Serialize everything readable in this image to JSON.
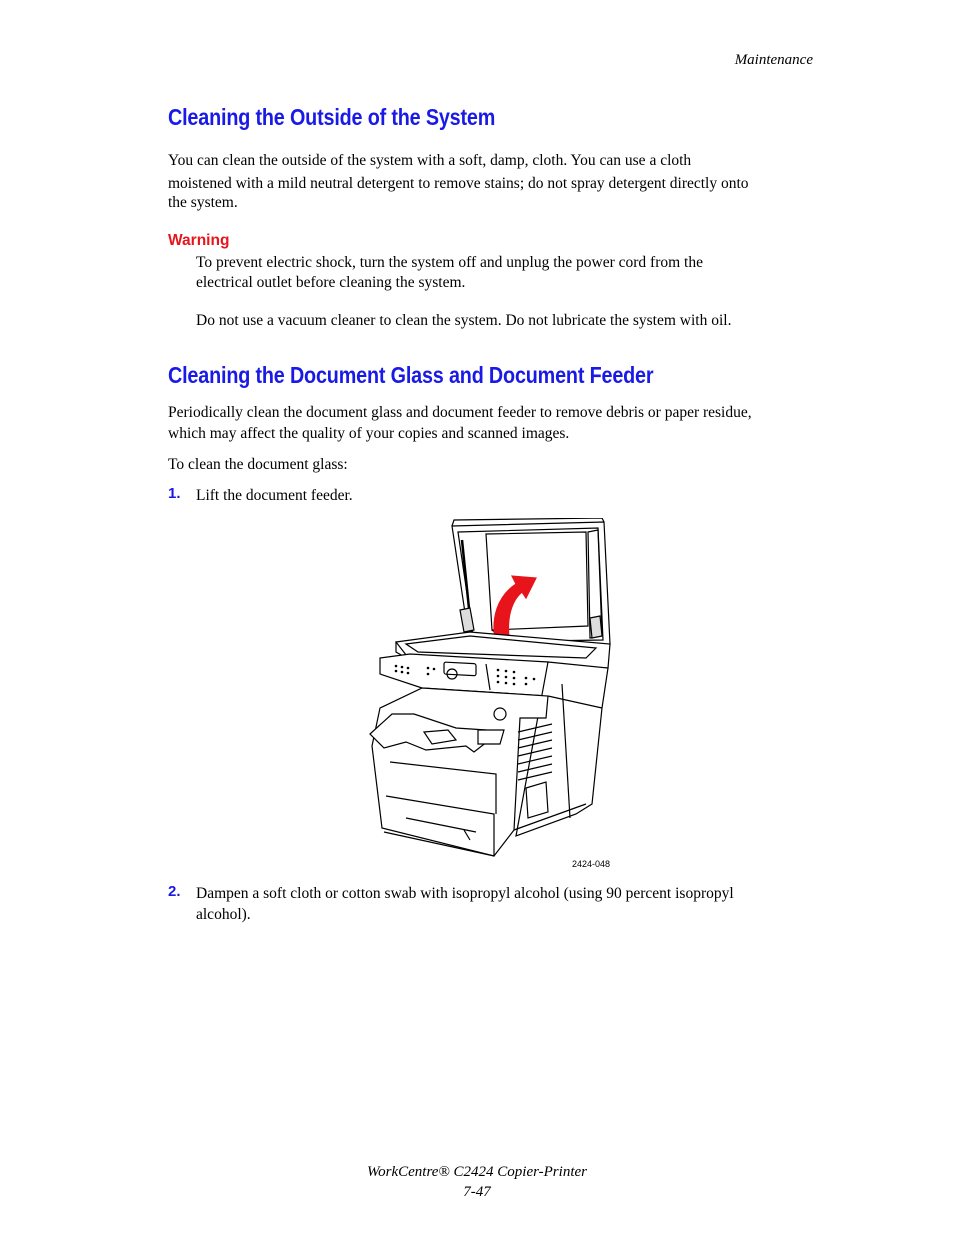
{
  "header": {
    "section": "Maintenance"
  },
  "section1": {
    "title": "Cleaning the Outside of the System",
    "intro_lines": [
      "You can clean the outside of the system with a soft, damp, cloth. You can use a cloth",
      "moistened with a mild neutral detergent to remove stains; do not spray detergent directly onto",
      "the system."
    ],
    "warning_label": "Warning",
    "warning_lines": [
      "To prevent electric shock, turn the system off and unplug the power cord from the",
      "electrical outlet before cleaning the system."
    ],
    "note": "Do not use a vacuum cleaner to clean the system. Do not lubricate the system with oil."
  },
  "section2": {
    "title": "Cleaning the Document Glass and Document Feeder",
    "intro_lines": [
      "Periodically clean the document glass and document feeder to remove debris or paper residue,",
      "which may affect the quality of your copies and scanned images."
    ],
    "lead": "To clean the document glass:",
    "steps": [
      {
        "num": "1.",
        "lines": [
          "Lift the document feeder."
        ]
      },
      {
        "num": "2.",
        "lines": [
          "Dampen a soft cloth or cotton swab with isopropyl alcohol (using 90 percent isopropyl",
          "alcohol)."
        ]
      }
    ],
    "figure_id": "2424-048"
  },
  "footer": {
    "product": "WorkCentre® C2424 Copier-Printer",
    "page": "7-47"
  },
  "colors": {
    "heading": "#1a1ae6",
    "warning": "#e8141c",
    "arrow": "#e8141c"
  }
}
